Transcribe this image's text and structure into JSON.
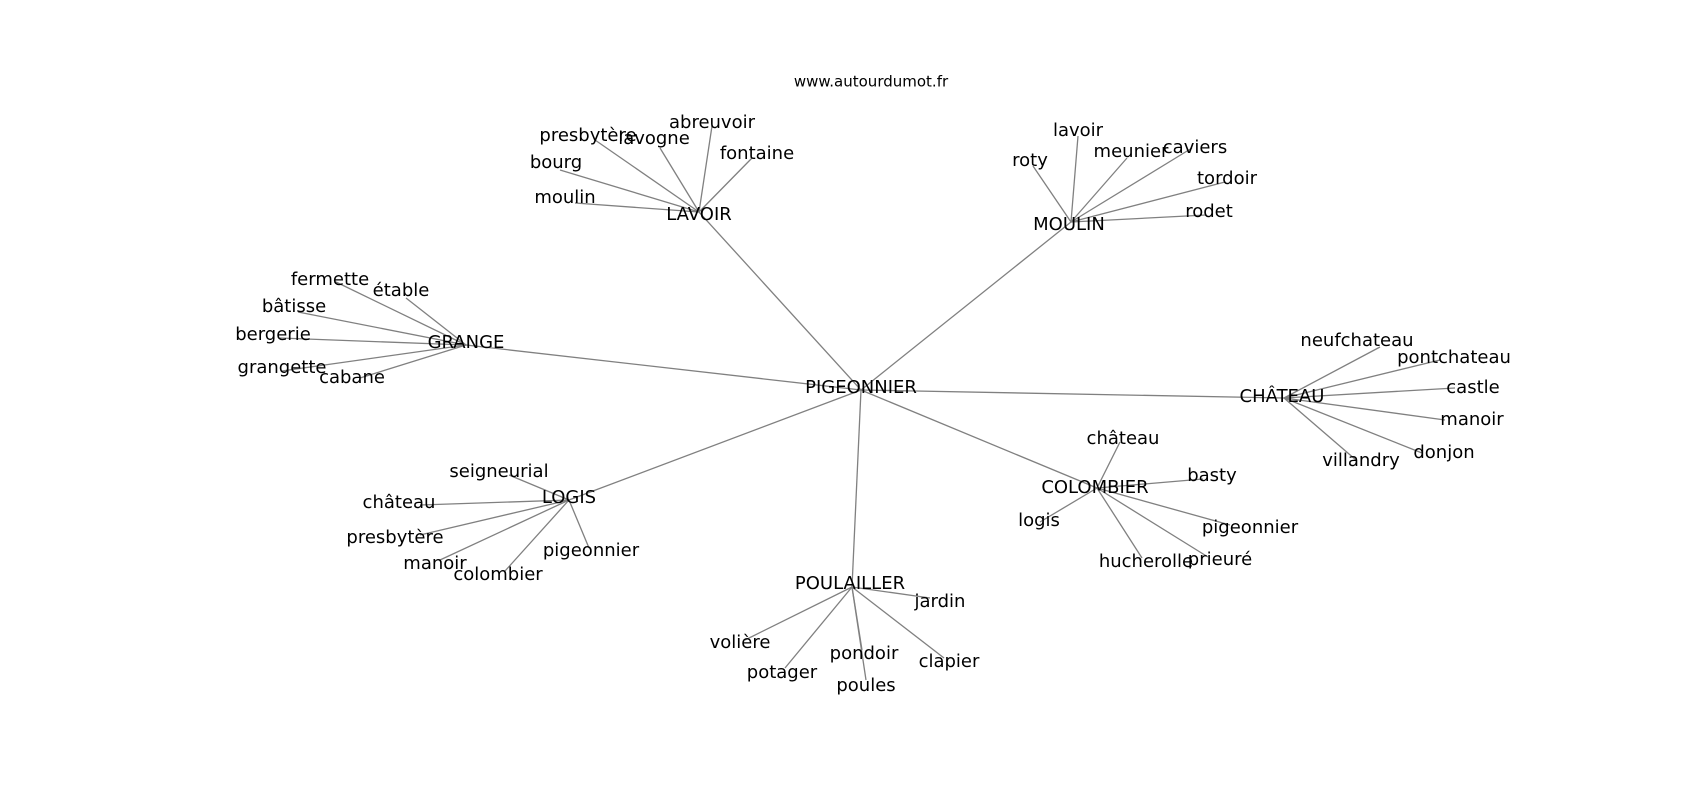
{
  "watermark": "www.autourdumot.fr",
  "colors": {
    "edge": "#808080",
    "text": "#000000",
    "background": "#ffffff"
  },
  "center": "PIGEONNIER",
  "hubs": [
    {
      "id": "lavoir",
      "label": "LAVOIR",
      "leaves": [
        "presbytère",
        "lavogne",
        "abreuvoir",
        "fontaine",
        "bourg",
        "moulin"
      ]
    },
    {
      "id": "moulin",
      "label": "MOULIN",
      "leaves": [
        "lavoir",
        "roty",
        "meunier",
        "caviers",
        "tordoir",
        "rodet"
      ]
    },
    {
      "id": "grange",
      "label": "GRANGE",
      "leaves": [
        "fermette",
        "étable",
        "bâtisse",
        "bergerie",
        "grangette",
        "cabane"
      ]
    },
    {
      "id": "chateau",
      "label": "CHÂTEAU",
      "leaves": [
        "neufchateau",
        "pontchateau",
        "castle",
        "manoir",
        "donjon",
        "villandry"
      ]
    },
    {
      "id": "colombier",
      "label": "COLOMBIER",
      "leaves": [
        "château",
        "basty",
        "logis",
        "pigeonnier",
        "hucherolle",
        "prieuré"
      ]
    },
    {
      "id": "logis",
      "label": "LOGIS",
      "leaves": [
        "seigneurial",
        "château",
        "presbytère",
        "manoir",
        "colombier",
        "pigeonnier"
      ]
    },
    {
      "id": "poulailler",
      "label": "POULAILLER",
      "leaves": [
        "jardin",
        "volière",
        "potager",
        "pondoir",
        "poules",
        "clapier"
      ]
    }
  ]
}
